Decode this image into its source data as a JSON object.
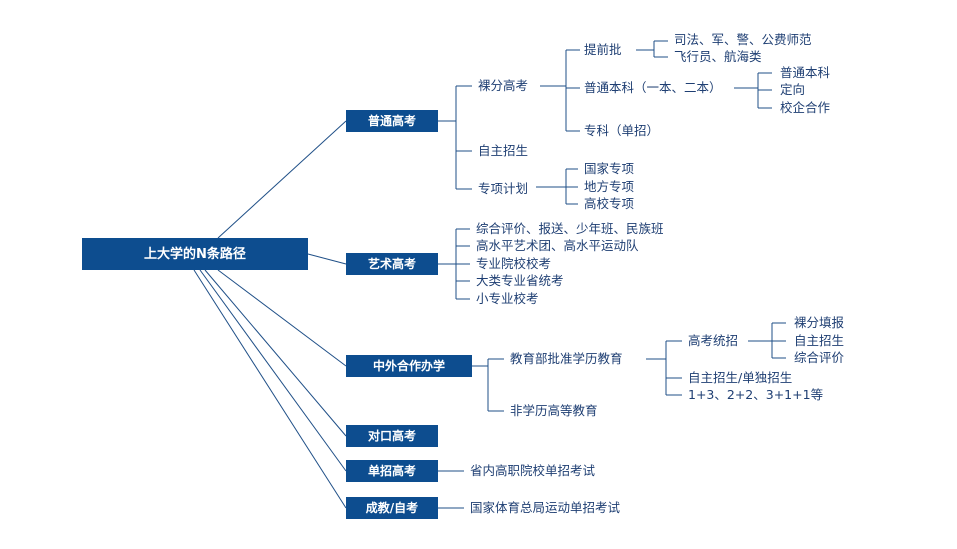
{
  "title": "上大学的N条路径",
  "line_color": "#1f4f87",
  "box_color": "#0d4d8f",
  "categories": {
    "gaokao": "普通高考",
    "art": "艺术高考",
    "sino_foreign": "中外合作办学",
    "duikou": "对口高考",
    "danzhao": "单招高考",
    "chengjiao": "成教/自考"
  },
  "gaokao": {
    "luofen": "裸分高考",
    "tiqianpi": "提前批",
    "tiqianpi_items": [
      "司法、军、警、公费师范",
      "飞行员、航海类"
    ],
    "benke": "普通本科（一本、二本）",
    "benke_items": [
      "普通本科",
      "定向",
      "校企合作"
    ],
    "zhuanke": "专科（单招）",
    "zizhu": "自主招生",
    "zhuanxiang": "专项计划",
    "zhuanxiang_items": [
      "国家专项",
      "地方专项",
      "高校专项"
    ]
  },
  "art": {
    "items": [
      "综合评价、报送、少年班、民族班",
      "高水平艺术团、高水平运动队",
      "专业院校校考",
      "大类专业省统考",
      "小专业校考"
    ]
  },
  "sino_foreign": {
    "edu_ministry": "教育部批准学历教育",
    "tongzhao": "高考统招",
    "tongzhao_items": [
      "裸分填报",
      "自主招生",
      "综合评价"
    ],
    "zizhu_danzhao": "自主招生/单独招生",
    "formats": "1+3、2+2、3+1+1等",
    "non_degree": "非学历高等教育"
  },
  "danzhao": {
    "desc": "省内高职院校单招考试"
  },
  "chengjiao": {
    "desc": "国家体育总局运动单招考试"
  }
}
